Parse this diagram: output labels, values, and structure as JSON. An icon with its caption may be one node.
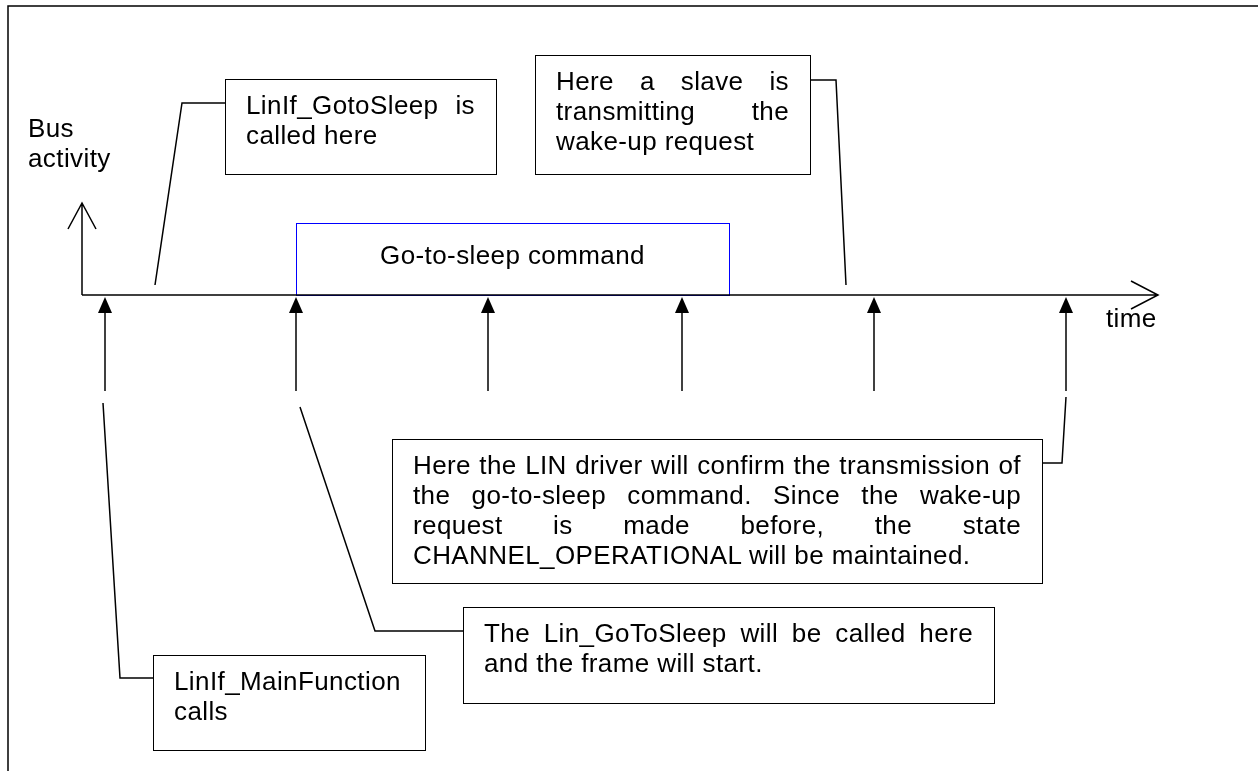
{
  "diagram": {
    "nodes": [
      {
        "text": [
          "LinIf_GotoSleep is called here"
        ]
      },
      {
        "text": [
          "Here a slave is transmitting the wake-up request"
        ]
      },
      {
        "text": [
          "Go-to-sleep command"
        ]
      },
      {
        "text": [
          "Here the LIN driver will confirm the transmission of the go-to-sleep command. Since the wake-up request is made before, the state CHANNEL_OPERATIONAL will be maintained."
        ]
      },
      {
        "text": [
          "The Lin_GoToSleep will be called here and the frame will start."
        ]
      },
      {
        "text": [
          "LinIf_MainFunction calls"
        ]
      },
      {
        "text": [],
        "shape": "arrow"
      }
    ],
    "edges": [
      {
        "from": 0,
        "to": 6,
        "arrow": "none"
      },
      {
        "from": 1,
        "to": 6,
        "arrow": "none"
      },
      {
        "from": 5,
        "to": null,
        "arrow": "none"
      },
      {
        "from": 4,
        "to": null,
        "arrow": "none"
      },
      {
        "from": 3,
        "to": null,
        "arrow": "none"
      }
    ],
    "labels": [
      "Bus activity",
      "time"
    ]
  }
}
